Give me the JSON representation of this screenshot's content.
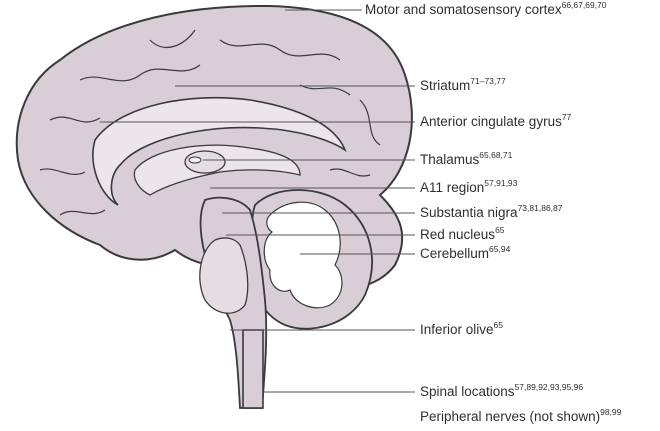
{
  "labels": [
    {
      "id": "motor",
      "text": "Motor and somatosensory cortex",
      "refs": "66,67,69,70"
    },
    {
      "id": "striatum",
      "text": "Striatum",
      "refs": "71–73,77"
    },
    {
      "id": "acg",
      "text": "Anterior cingulate gyrus",
      "refs": "77"
    },
    {
      "id": "thalamus",
      "text": "Thalamus",
      "refs": "65,68,71"
    },
    {
      "id": "a11",
      "text": "A11 region",
      "refs": "57,91,93"
    },
    {
      "id": "sn",
      "text": "Substantia nigra",
      "refs": "73,81,86,87"
    },
    {
      "id": "rn",
      "text": "Red nucleus",
      "refs": "65"
    },
    {
      "id": "cereb",
      "text": "Cerebellum",
      "refs": "65,94"
    },
    {
      "id": "olive",
      "text": "Inferior olive",
      "refs": "65"
    },
    {
      "id": "spinal",
      "text": "Spinal locations",
      "refs": "57,89,92,93,95,96"
    },
    {
      "id": "periph",
      "text": "Peripheral nerves (not shown)",
      "refs": "98,99"
    }
  ],
  "colors": {
    "brain_fill": "#d9cdd6",
    "brain_fill_light": "#ece5ea",
    "outline": "#3a3a3e",
    "leader": "#555558",
    "text": "#2f2f33"
  }
}
